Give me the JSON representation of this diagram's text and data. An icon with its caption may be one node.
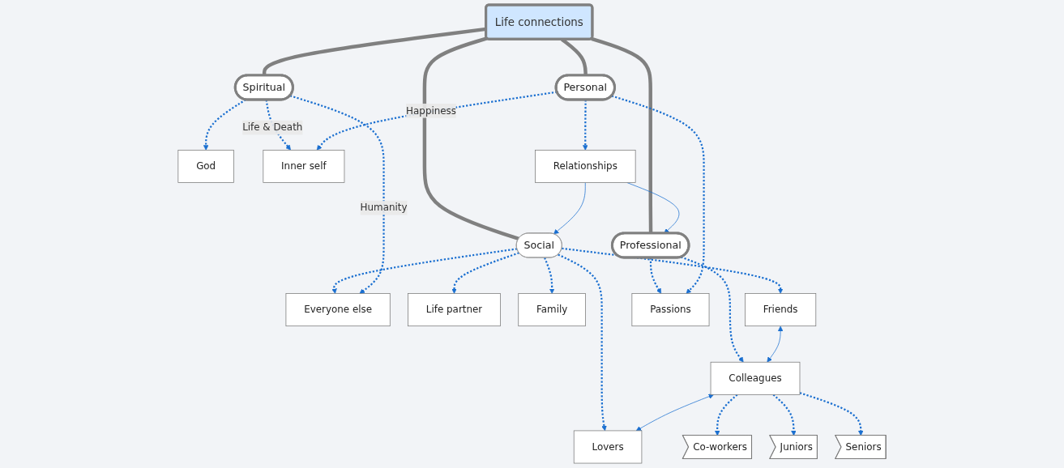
{
  "diagram": {
    "nodes": [
      {
        "text": [
          "Life connections"
        ]
      },
      {
        "text": [
          "Social"
        ]
      },
      {
        "text": [
          "Professional"
        ]
      },
      {
        "text": [
          "Spiritual"
        ]
      },
      {
        "text": [
          "Personal"
        ]
      },
      {
        "text": [
          "Everyone else"
        ]
      },
      {
        "text": [
          "Life partner"
        ]
      },
      {
        "text": [
          "Family"
        ]
      },
      {
        "text": [
          "Lovers"
        ]
      },
      {
        "text": [
          "Friends"
        ]
      },
      {
        "text": [
          "Colleagues"
        ]
      },
      {
        "text": [
          "Co-workers"
        ]
      },
      {
        "text": [
          "Juniors"
        ]
      },
      {
        "text": [
          "Seniors"
        ]
      },
      {
        "text": [
          "Passions"
        ]
      },
      {
        "text": [
          "God"
        ]
      },
      {
        "text": [
          "Inner self"
        ]
      },
      {
        "text": [
          "Relationships"
        ]
      }
    ],
    "edges": [
      {
        "from": 0,
        "to": 1,
        "arrow": "none",
        "style": "thick",
        "color": "#808080"
      },
      {
        "from": 0,
        "to": 2,
        "arrow": "none",
        "style": "thick",
        "color": "#808080"
      },
      {
        "from": 0,
        "to": 3,
        "arrow": "none",
        "style": "thick",
        "color": "#808080"
      },
      {
        "from": 0,
        "to": 4,
        "arrow": "none",
        "style": "thick",
        "color": "#808080"
      },
      {
        "from": 1,
        "to": 5,
        "arrow": "to",
        "style": "dashed"
      },
      {
        "from": 1,
        "to": 6,
        "arrow": "to",
        "style": "dashed"
      },
      {
        "from": 1,
        "to": 7,
        "arrow": "to",
        "style": "dashed"
      },
      {
        "from": 1,
        "to": 8,
        "arrow": "to",
        "style": "dashed"
      },
      {
        "from": 1,
        "to": 9,
        "arrow": "to",
        "style": "dashed"
      },
      {
        "from": 2,
        "to": 10,
        "arrow": "to",
        "style": "dashed"
      },
      {
        "from": 10,
        "to": 11,
        "arrow": "to",
        "style": "dashed"
      },
      {
        "from": 10,
        "to": 12,
        "arrow": "to",
        "style": "dashed"
      },
      {
        "from": 10,
        "to": 13,
        "arrow": "to",
        "style": "dashed"
      },
      {
        "from": 2,
        "to": 14,
        "arrow": "to",
        "style": "dashed"
      },
      {
        "from": 3,
        "to": 5,
        "arrow": "to",
        "label": "Humanity",
        "style": "dashed"
      },
      {
        "from": 3,
        "to": 15,
        "arrow": "to",
        "style": "dashed"
      },
      {
        "from": 3,
        "to": 16,
        "arrow": "to",
        "label": "Life & Death",
        "style": "dashed"
      },
      {
        "from": 4,
        "to": 16,
        "arrow": "to",
        "label": "Happiness",
        "style": "dashed"
      },
      {
        "from": 4,
        "to": 17,
        "arrow": "to",
        "style": "dashed"
      },
      {
        "from": 4,
        "to": 14,
        "arrow": "to",
        "style": "dashed"
      },
      {
        "from": 10,
        "to": 8,
        "arrow": "both"
      },
      {
        "from": 9,
        "to": 10,
        "arrow": "both"
      },
      {
        "from": 17,
        "to": 1,
        "arrow": "to"
      },
      {
        "from": 17,
        "to": 2,
        "arrow": "to"
      }
    ]
  }
}
